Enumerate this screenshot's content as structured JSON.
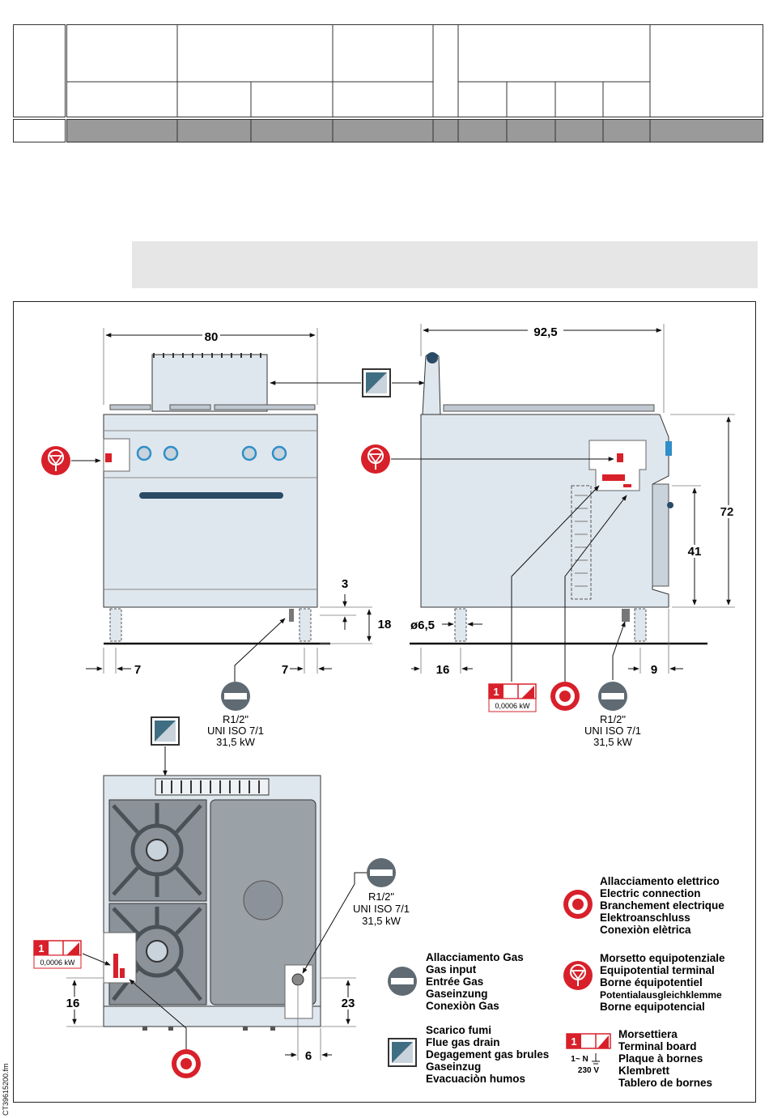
{
  "dimensions": {
    "front_width": "80",
    "side_depth": "92,5",
    "height_total": "72",
    "height_oven": "41",
    "foot_gap": "3",
    "foot_height": "18",
    "front_left_offset": "7",
    "front_right_offset": "7",
    "foot_diameter": "ø6,5",
    "side_left_offset": "16",
    "side_right_offset": "9",
    "top_left_offset": "16",
    "top_right_offset": "23",
    "top_bottom_offset": "6"
  },
  "gas_specs": {
    "front": [
      "R1/2\"",
      "UNI ISO 7/1",
      "31,5 kW"
    ],
    "side": [
      "R1/2\"",
      "UNI ISO 7/1",
      "31,5 kW"
    ],
    "top": [
      "R1/2\"",
      "UNI ISO 7/1",
      "31,5 kW"
    ]
  },
  "terminal_badge": {
    "number": "1",
    "power": "0,0006 kW"
  },
  "legend": {
    "electric": [
      "Allacciamento elettrico",
      "Electric connection",
      "Branchement electrique",
      "Elektroanschluss",
      "Conexiòn elètrica"
    ],
    "equipotential": [
      "Morsetto equipotenziale",
      "Equipotential terminal",
      "Borne équipotentiel",
      "Potentialausgleichklemme",
      "Borne equipotencial"
    ],
    "gas": [
      "Allacciamento Gas",
      "Gas input",
      "Entrée Gas",
      "Gaseinzung",
      "Conexiòn Gas"
    ],
    "flue": [
      "Scarico fumi",
      "Flue gas drain",
      "Degagement gas brules",
      "Gaseinzug",
      "Evacuaciòn humos"
    ],
    "terminal_board": [
      "Morsettiera",
      "Terminal board",
      "Plaque à bornes",
      "Klembrett",
      "Tablero de bornes"
    ],
    "terminal_board_badge": {
      "number": "1",
      "phase": "1~ N",
      "voltage": "230 V"
    }
  },
  "side_label": "CT39615200.fm",
  "colors": {
    "red": "#d8202a",
    "blue": "#2f8fc8",
    "steel_light": "#dfe7ee",
    "steel_mid": "#c9d3dc",
    "header_gray": "#9a9a9a",
    "flue_icon": "#3f6e82"
  }
}
